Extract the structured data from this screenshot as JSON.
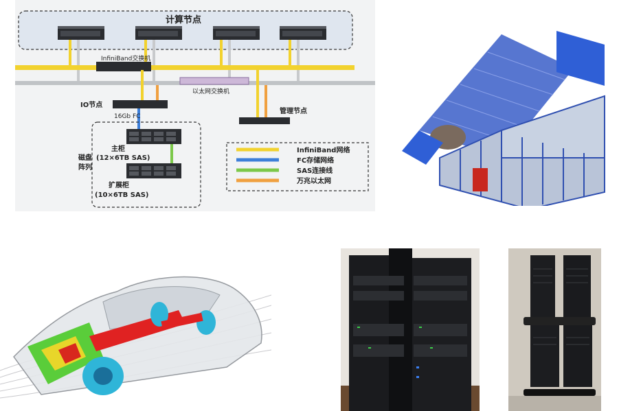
{
  "diagram": {
    "compute_title": "计算节点",
    "infiniband_switch": "InfiniBand交换机",
    "ethernet_switch": "以太网交换机",
    "io_node": "IO节点",
    "fc_link": "16Gb FC",
    "management_node": "管理节点",
    "disk_array": "磁盘\n阵列",
    "disk_array_line1": "磁盘",
    "disk_array_line2": "阵列",
    "main_cabinet": "主柜",
    "main_cabinet_spec": "(12×6TB SAS)",
    "expansion_cabinet": "扩展柜",
    "expansion_cabinet_spec": "(10×6TB SAS)",
    "legend": [
      {
        "label": "InfiniBand网络",
        "color": "#f2d22e"
      },
      {
        "label": "FC存储网络",
        "color": "#3d7fd9"
      },
      {
        "label": "SAS连接线",
        "color": "#7cc84a"
      },
      {
        "label": "万兆以太网",
        "color": "#f0a040"
      }
    ]
  },
  "images": {
    "building_3d": "3D wireframe building model",
    "car_simulation": "car thermal simulation",
    "server_racks": "server racks",
    "tower_servers": "tower servers"
  }
}
